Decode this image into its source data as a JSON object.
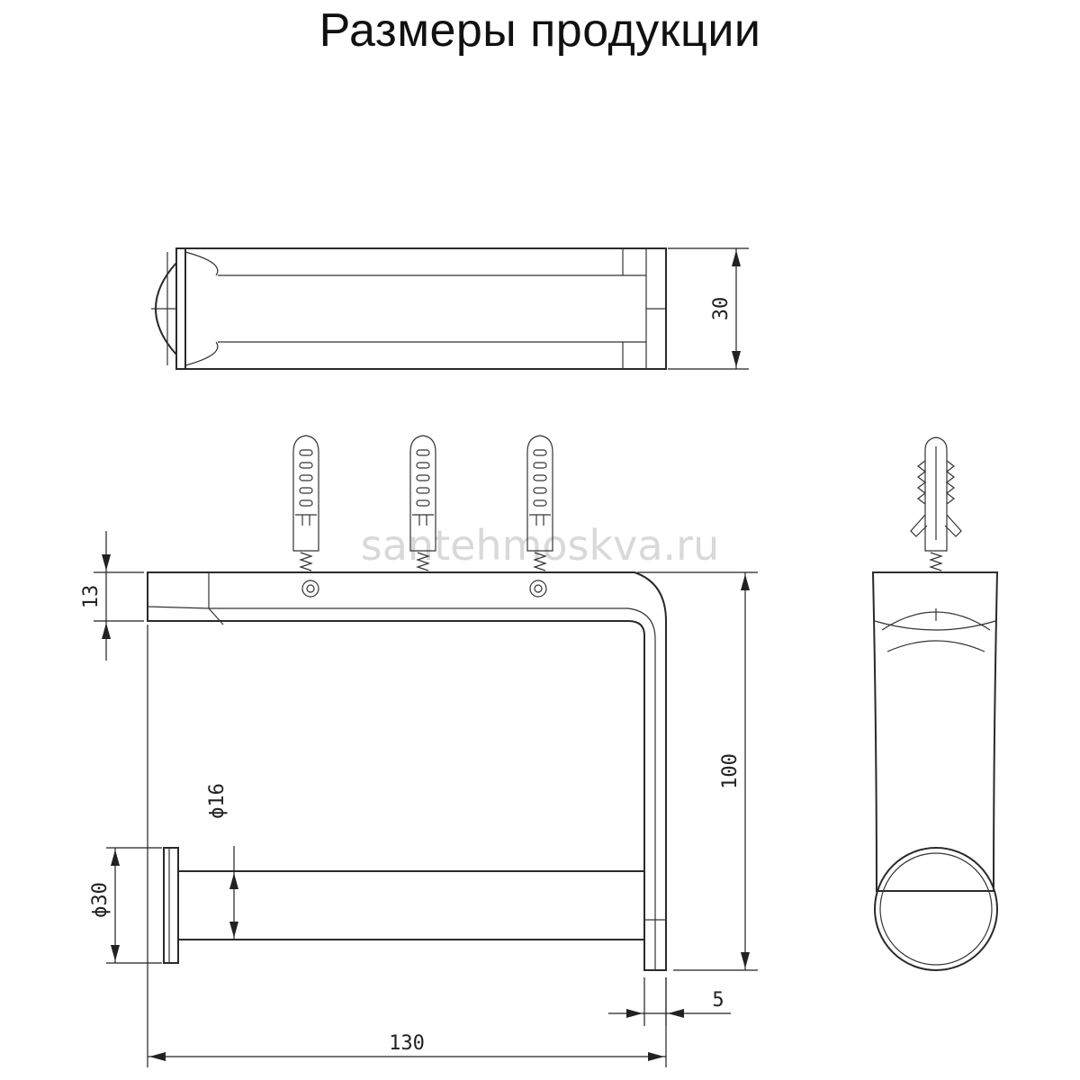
{
  "title": "Размеры продукции",
  "watermark": "santehmoskva.ru",
  "dimensions": {
    "top_width": "30",
    "arm_height": "13",
    "total_height": "100",
    "rod_diameter": "ϕ16",
    "flange_diameter": "ϕ30",
    "wall_offset": "5",
    "total_length": "130"
  }
}
